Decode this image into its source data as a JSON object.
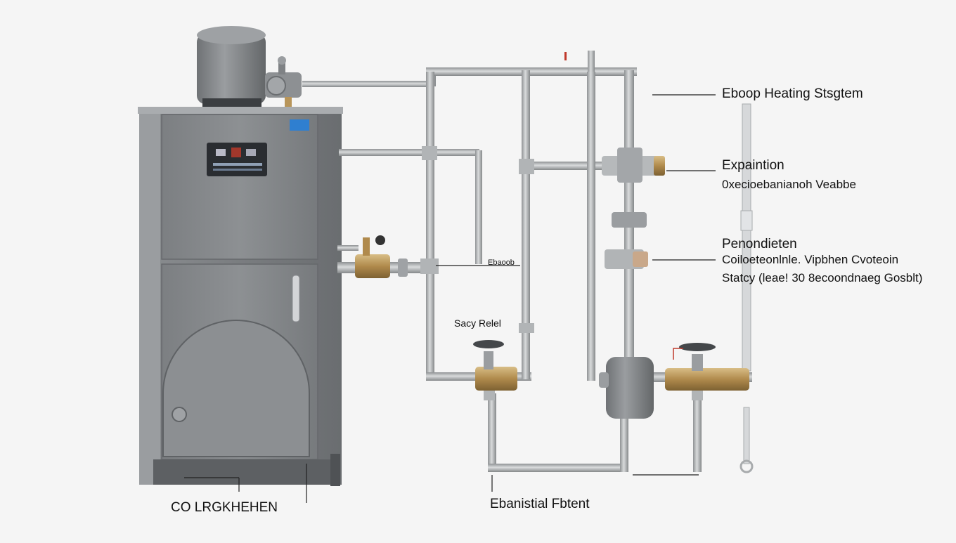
{
  "labels": {
    "system_title": "Eboop Heating Stsgtem",
    "expansion_title": "Expaintion",
    "expansion_sub": "0xecioebanianoh Veabbe",
    "pressure_title": "Penondieten",
    "pressure_line1": "Coiloeteonlnle. Vipbhen Cvoteoin",
    "pressure_line2": "Statcy (leae! 30 8ecoondnaeg Gosblt)",
    "small_pipe_label": "Ebaoob",
    "safety_relief": "Sacy Relel",
    "bottom_left": "CO LRGKHEHEN",
    "bottom_center": "Ebanistial Fbtent"
  },
  "colors": {
    "background": "#f5f5f5",
    "boiler_body": "#86888a",
    "pipe": "#a9acae",
    "brass": "#b8955a",
    "display": "#2a2d31",
    "badge": "#2f7fd0",
    "relief_marker": "#c0392b"
  }
}
